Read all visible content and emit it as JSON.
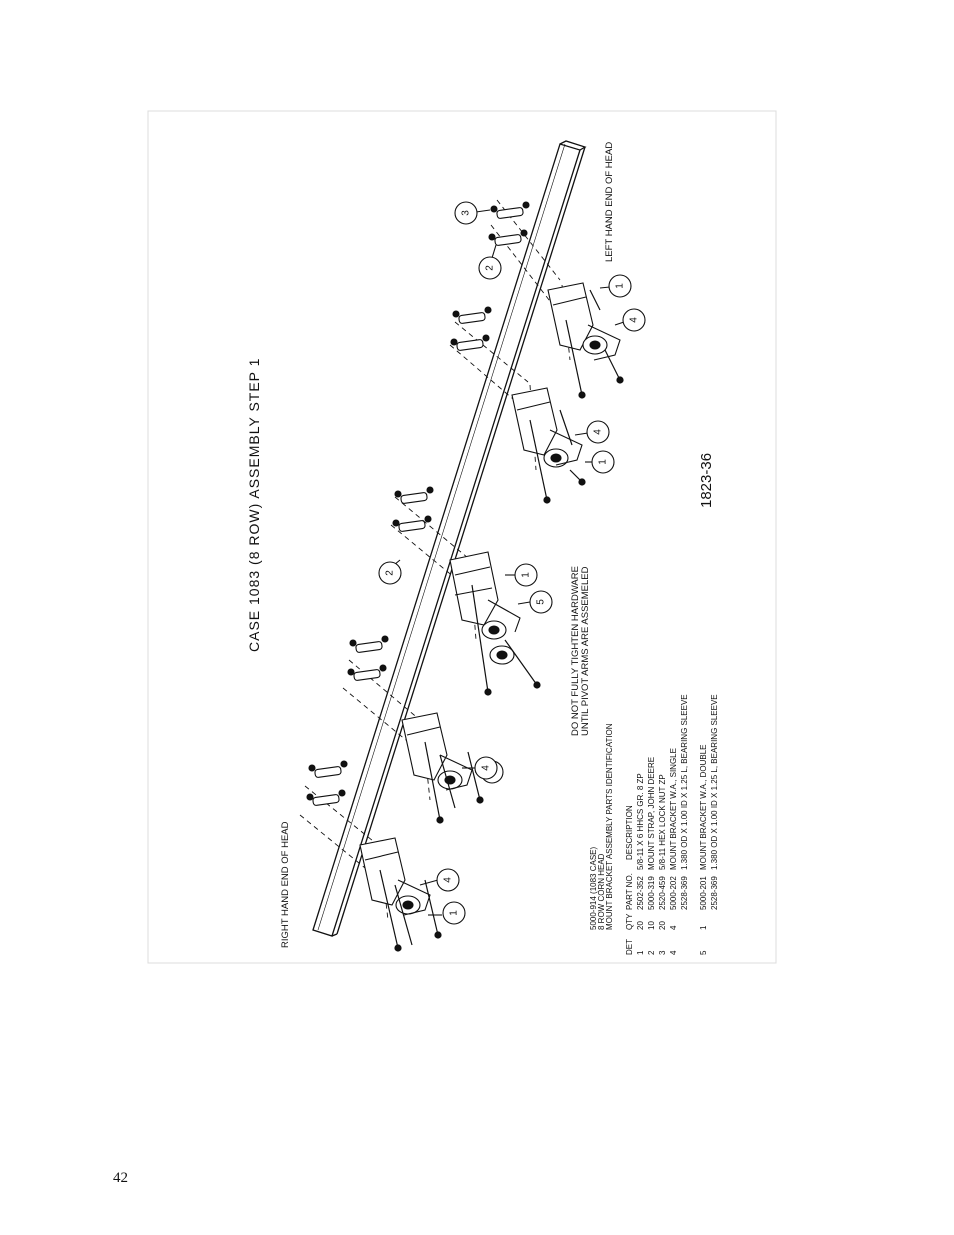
{
  "title": "CASE 1083 (8 ROW) ASSEMBLY STEP 1",
  "left_end_label": "LEFT HAND END OF HEAD",
  "right_end_label": "RIGHT HAND END OF HEAD",
  "note_line1": "DO NOT FULLY TIGHTEN HARDWARE",
  "note_line2": "UNTIL PIVOT ARMS ARE ASSEMELED",
  "drawing_number": "1823-36",
  "parts_header": [
    "5000-914 (1083 CASE)",
    "8 ROW CORN HEAD",
    "MOUNT BRACKET ASSEMBLY PARTS IDENTIFICATION"
  ],
  "columns": {
    "det": "DET",
    "qty": "QTY",
    "part": "PART NO.",
    "desc": "DESCRIPTION"
  },
  "parts": [
    {
      "det": "1",
      "qty": "20",
      "part": "2502-352",
      "desc": "5/8-11 X 6 HHCS GR. 8 ZP"
    },
    {
      "det": "2",
      "qty": "10",
      "part": "5000-319",
      "desc": "MOUNT STRAP, JOHN DEERE"
    },
    {
      "det": "3",
      "qty": "20",
      "part": "2520-459",
      "desc": "5/8-11 HEX LOCK NUT ZP"
    },
    {
      "det": "4",
      "qty": "4",
      "part": "5000-202",
      "desc": "MOUNT BRACKET W.A., SINGLE"
    },
    {
      "det": "",
      "qty": "",
      "part": "2528-369",
      "desc": "1.380 OD X 1.00 ID X 1.25 L, BEARING SLEEVE"
    },
    {
      "det": "5",
      "qty": "1",
      "part": "5000-201",
      "desc": "MOUNT BRACKET W.A., DOUBLE"
    },
    {
      "det": "",
      "qty": "",
      "part": "2528-369",
      "desc": "1.380 OD X 1.00 ID X 1.25 L, BEARING SLEEVE"
    }
  ],
  "callouts": [
    "1",
    "4",
    "1",
    "4",
    "1",
    "5",
    "2",
    "1",
    "4",
    "4",
    "1",
    "2",
    "3"
  ],
  "page_number": "42"
}
